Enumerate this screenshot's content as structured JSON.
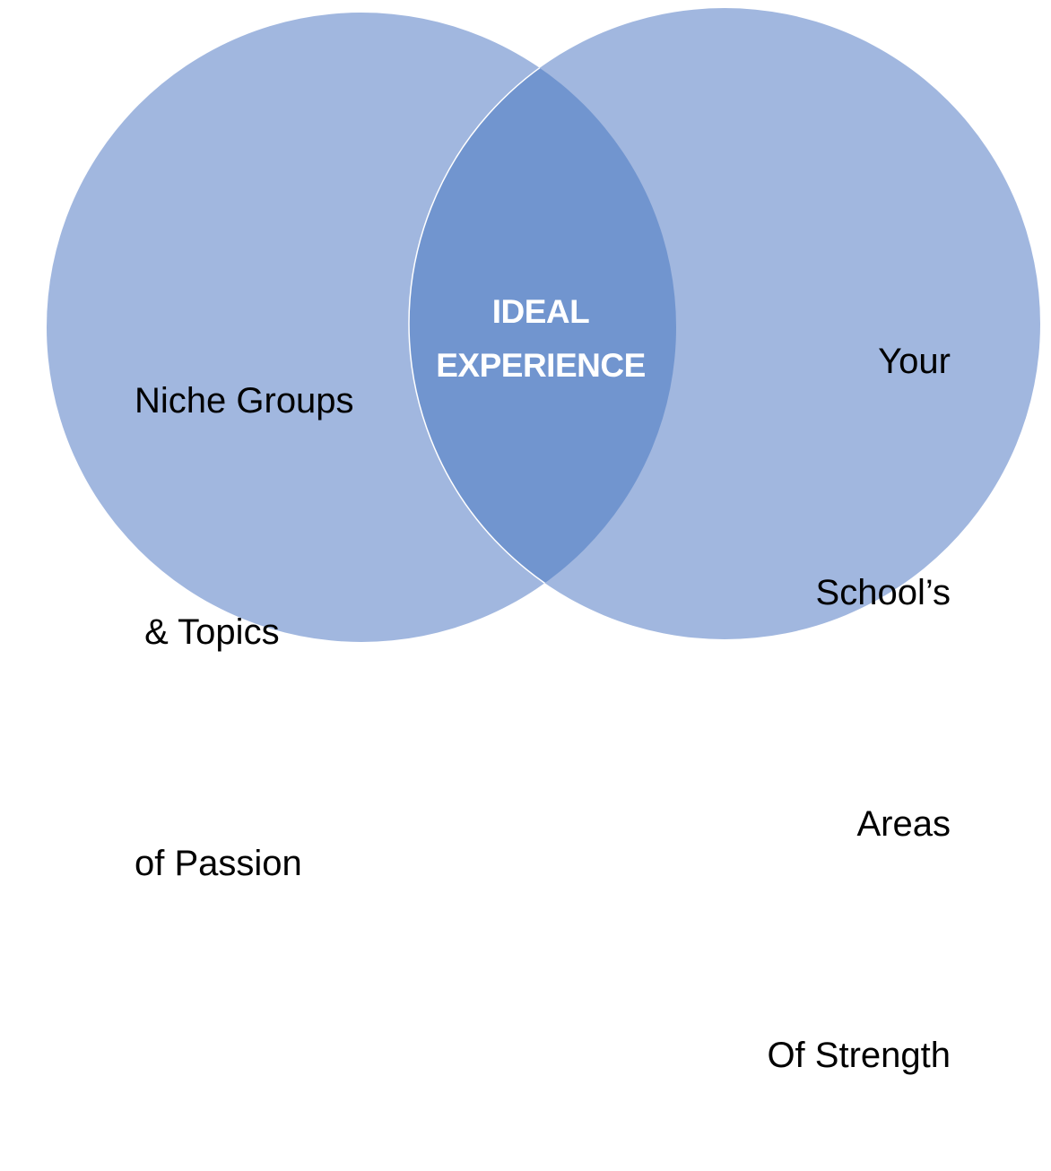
{
  "diagram": {
    "type": "venn",
    "left_circle": {
      "lines": [
        "Niche Groups",
        " & Topics",
        "of Passion"
      ]
    },
    "right_circle": {
      "lines": [
        "Your",
        "School’s",
        "Areas",
        "Of Strength"
      ]
    },
    "intersection": {
      "lines": [
        "IDEAL",
        "EXPERIENCE"
      ]
    },
    "colors": {
      "circle": "#A1B7DF",
      "overlap": "#7195CF",
      "outline": "#FFFFFF",
      "center_text": "#FFFFFF",
      "text": "#000000"
    }
  }
}
